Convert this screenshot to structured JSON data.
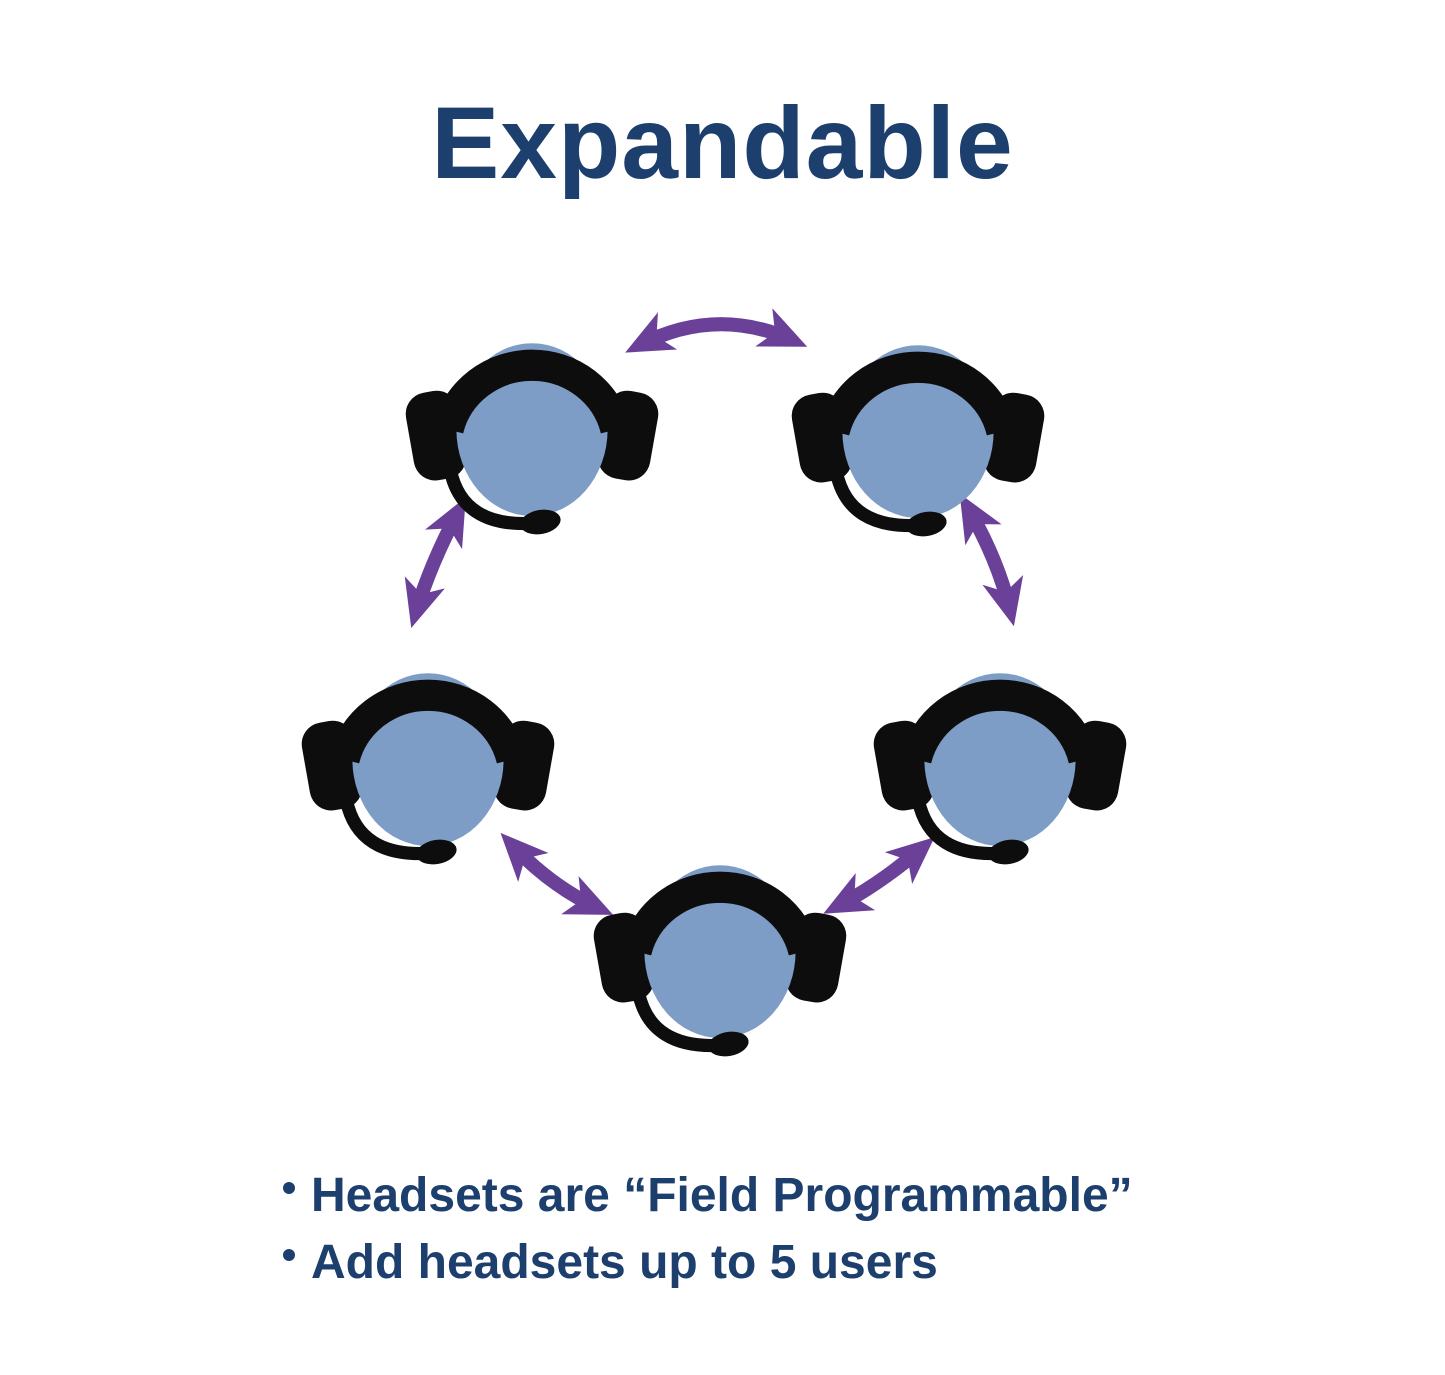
{
  "page": {
    "title": "Expandable",
    "bullets": [
      "Headsets are “Field Programmable”",
      "Add headsets up to 5 users"
    ],
    "colors": {
      "title_text": "#1d3f6e",
      "head_fill": "#7e9dc6",
      "arrow_purple": "#6a4099",
      "headset_black": "#0d0d0d",
      "background": "#ffffff"
    },
    "diagram": {
      "headset_count": 5,
      "nodes": [
        "headset-top-left",
        "headset-top-right",
        "headset-right",
        "headset-bottom",
        "headset-left"
      ],
      "connections": [
        "top-left to top-right",
        "top-left to left",
        "top-right to right",
        "left to bottom",
        "bottom to right"
      ],
      "connection_style": "double-headed curved arrows in a ring"
    }
  }
}
